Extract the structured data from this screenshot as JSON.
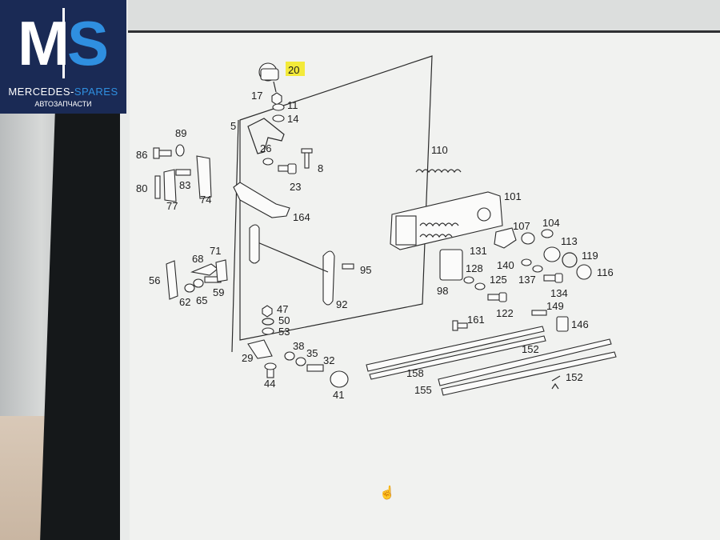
{
  "logo": {
    "letter1": "M",
    "letter2": "S",
    "name_part1": "MERCEDES-",
    "name_part2": "SPARES",
    "subtitle": "АВТОЗАПЧАСТИ",
    "colors": {
      "background": "#1a2a55",
      "accent": "#2f8fe0"
    }
  },
  "diagram": {
    "highlight_color": "#f3ea3a",
    "highlighted_part": "20",
    "labels": {
      "p5": "5",
      "p8": "8",
      "p11": "11",
      "p14": "14",
      "p17": "17",
      "p20": "20",
      "p23": "23",
      "p26": "26",
      "p29": "29",
      "p32": "32",
      "p35": "35",
      "p38": "38",
      "p41": "41",
      "p44": "44",
      "p47": "47",
      "p50": "50",
      "p53": "53",
      "p56": "56",
      "p59": "59",
      "p62": "62",
      "p65": "65",
      "p68": "68",
      "p71": "71",
      "p74": "74",
      "p77": "77",
      "p80": "80",
      "p83": "83",
      "p86": "86",
      "p89": "89",
      "p92": "92",
      "p95": "95",
      "p98": "98",
      "p101": "101",
      "p104": "104",
      "p107": "107",
      "p110": "110",
      "p113": "113",
      "p116": "116",
      "p119": "119",
      "p122": "122",
      "p125": "125",
      "p128": "128",
      "p131": "131",
      "p134": "134",
      "p137": "137",
      "p140": "140",
      "p146": "146",
      "p149": "149",
      "p152a": "152",
      "p152b": "152",
      "p155": "155",
      "p158": "158",
      "p161": "161",
      "p164": "164"
    }
  },
  "cursor": {
    "icon": "hand-cursor-icon",
    "glyph": "☝"
  }
}
